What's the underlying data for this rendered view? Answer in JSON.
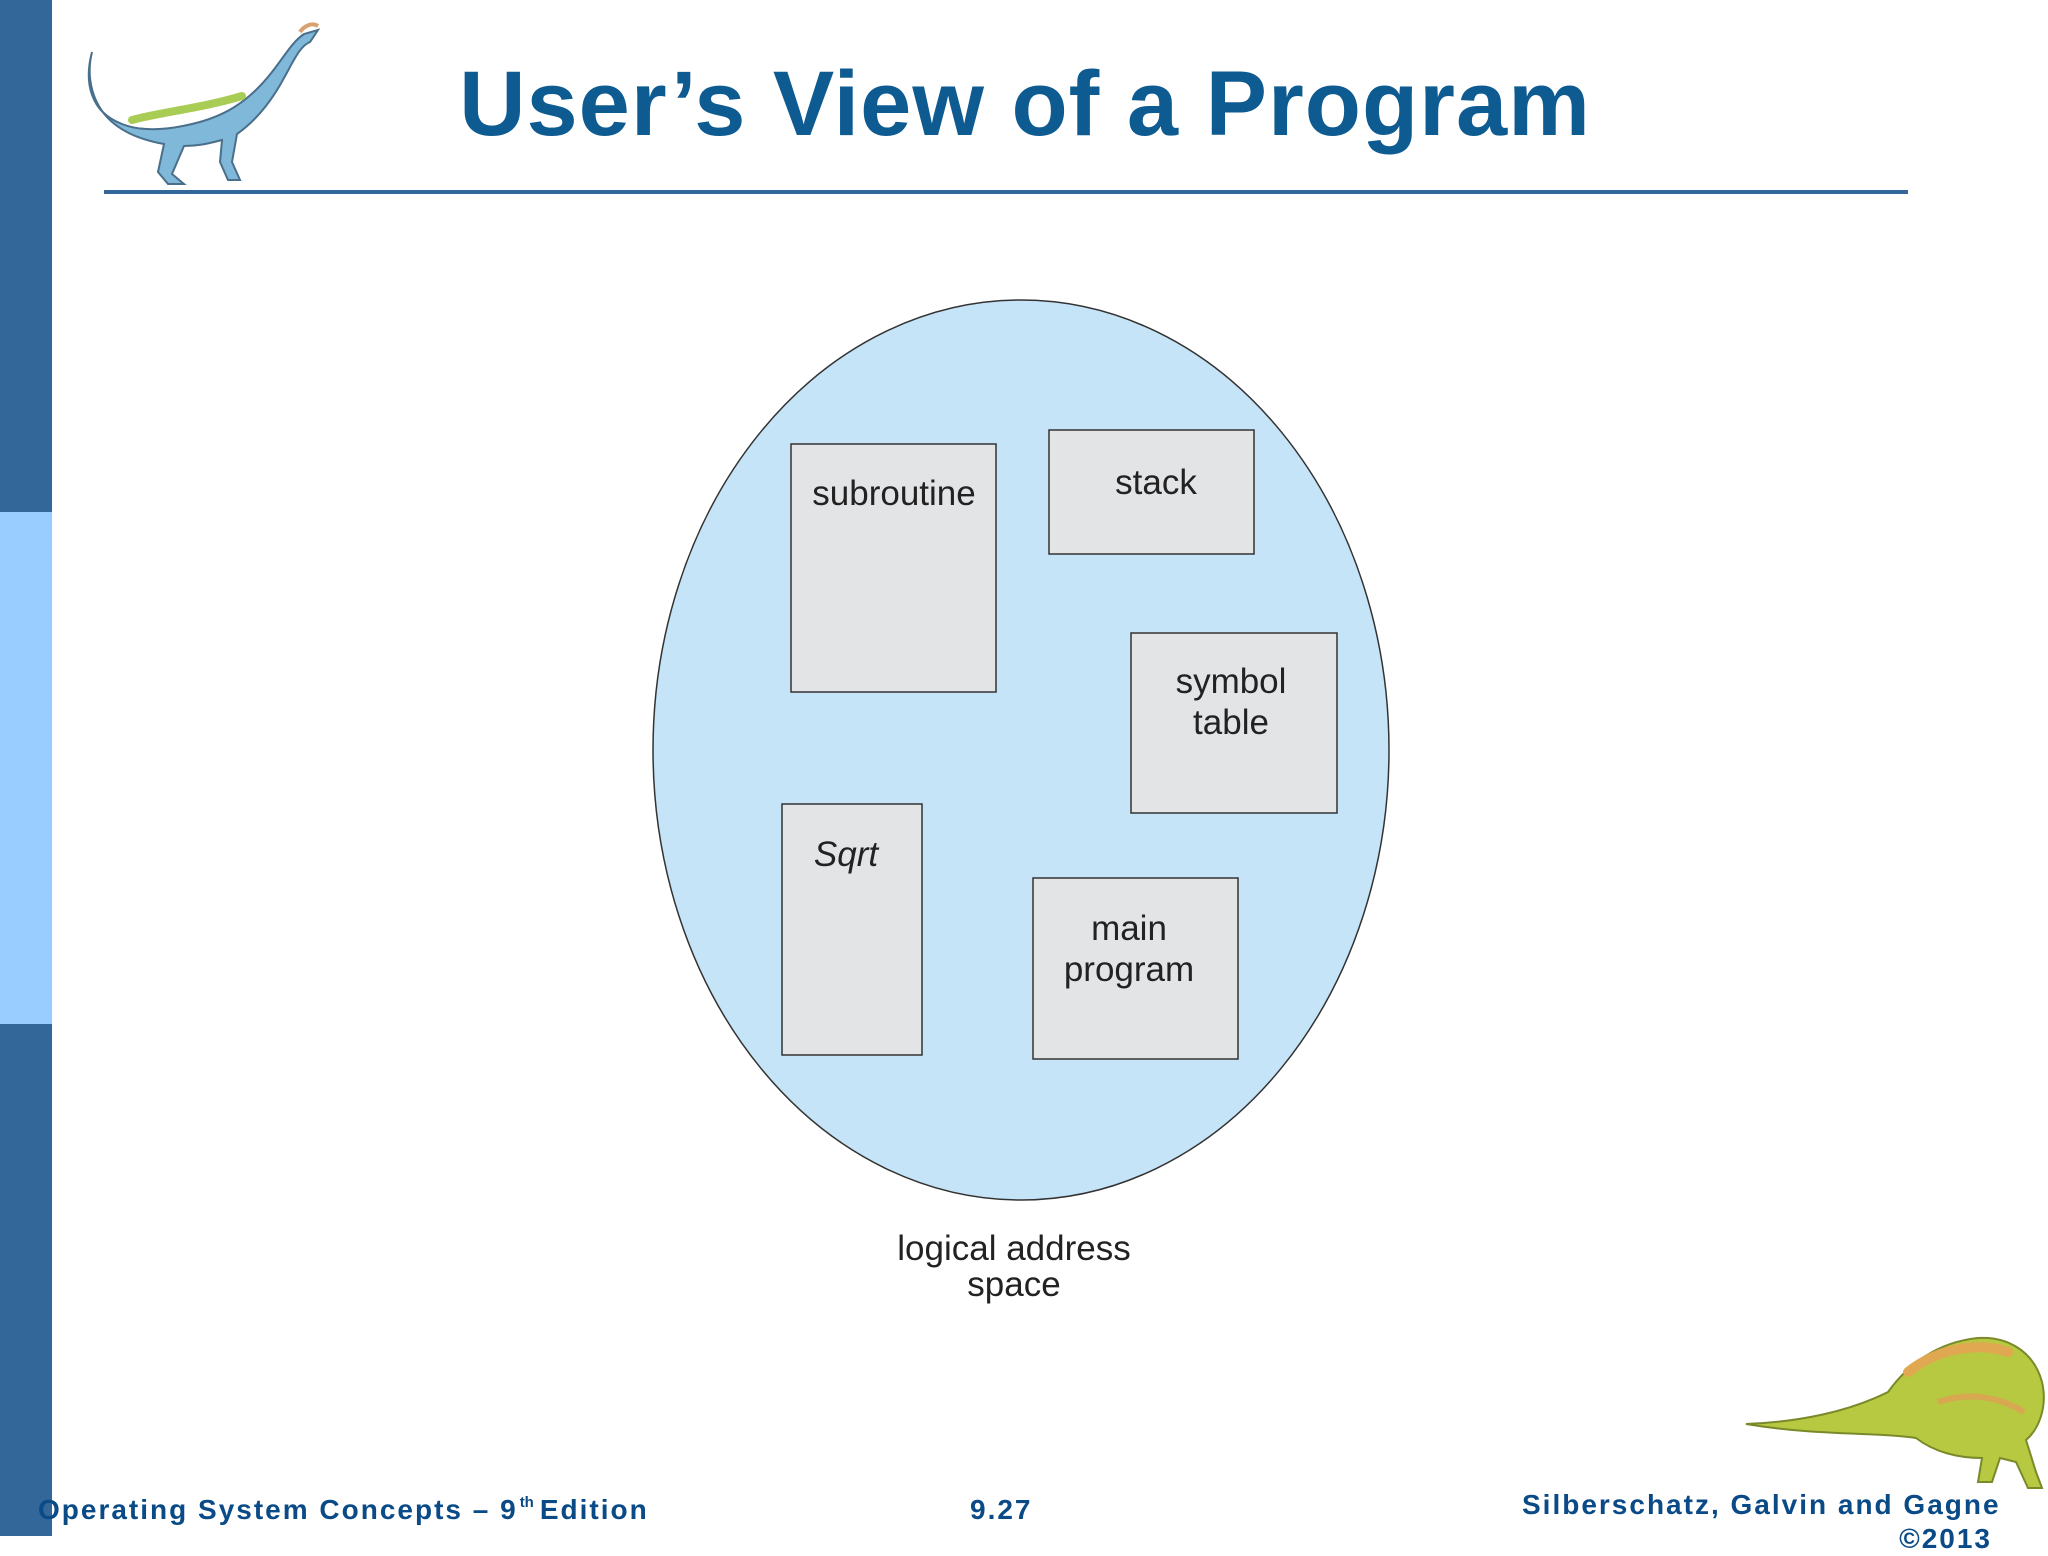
{
  "slide": {
    "title": "User’s View of a Program"
  },
  "diagram": {
    "segments": [
      {
        "id": "subroutine",
        "lines": [
          "subroutine"
        ],
        "italic": false
      },
      {
        "id": "stack",
        "lines": [
          "stack"
        ],
        "italic": false
      },
      {
        "id": "symbol-table",
        "lines": [
          "symbol",
          "table"
        ],
        "italic": false
      },
      {
        "id": "sqrt",
        "lines": [
          "Sqrt"
        ],
        "italic": true
      },
      {
        "id": "main-program",
        "lines": [
          "main",
          "program"
        ],
        "italic": false
      }
    ],
    "caption": [
      "logical address",
      "space"
    ]
  },
  "footer": {
    "left_main": "Operating System Concepts – 9",
    "left_sup": "th",
    "left_tail": "Edition",
    "center": "9.27",
    "right_line1": "Silberschatz, Galvin and Gagne",
    "right_line2": "©2013"
  },
  "colors": {
    "sidebar_dark": "#336699",
    "sidebar_light": "#99ccff",
    "title": "#0e5b91",
    "rule": "#336699",
    "ellipse_fill": "#c6e4f8",
    "box_fill": "#e3e4e6",
    "footer_text": "#0a4a86"
  },
  "icons": {
    "top_left": "dinosaur-illustration",
    "bottom_right": "dinosaur-illustration"
  }
}
